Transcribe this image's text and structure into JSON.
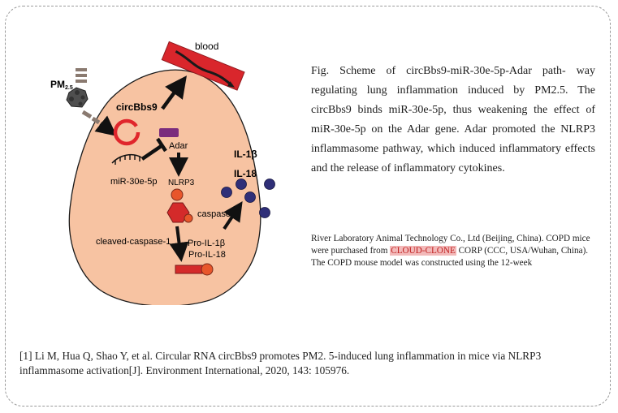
{
  "figure": {
    "labels": {
      "blood": "blood",
      "pm_main": "PM",
      "pm_sub": "2.5",
      "circbbs9": "circBbs9",
      "adar": "Adar",
      "mir": "miR-30e-5p",
      "nlrp3": "NLRP3",
      "caspase1": "caspase-1",
      "cleaved_caspase1": "cleaved-caspase-1",
      "pro_il1b": "Pro-IL-1β",
      "pro_il18": "Pro-IL-18",
      "il1b": "IL-1β",
      "il18": "IL-18"
    },
    "colors": {
      "cell_fill": "#f7c3a2",
      "blood_vessel": "#d9262c",
      "circ_rna": "#e0262c",
      "adar": "#7b2c7d",
      "nlrp3": "#e8562b",
      "cytokine": "#2f2f78",
      "pm_particle": "#555555"
    }
  },
  "caption": "Fig.  Scheme of circBbs9-miR-30e-5p-Adar path- way regulating lung inflammation induced by PM2.5. The circBbs9 binds miR-30e-5p, thus weakening the effect of miR-30e-5p on the Adar gene. Adar promoted the NLRP3 inflammasome pathway, which induced inflammatory effects and the release of inflammatory cytokines.",
  "excerpt": {
    "before": "River Laboratory Animal Technology Co., Ltd (Beijing, China). COPD mice were purchased from ",
    "highlight": "CLOUD-CLONE",
    "after": " CORP (CCC, USA/Wuhan, China). The COPD mouse model was constructed using the 12-week"
  },
  "reference": "[1] Li M, Hua Q, Shao Y, et al. Circular RNA circBbs9 promotes PM2. 5-induced lung inflammation in mice via NLRP3 inflammasome activation[J]. Environment International, 2020, 143: 105976."
}
